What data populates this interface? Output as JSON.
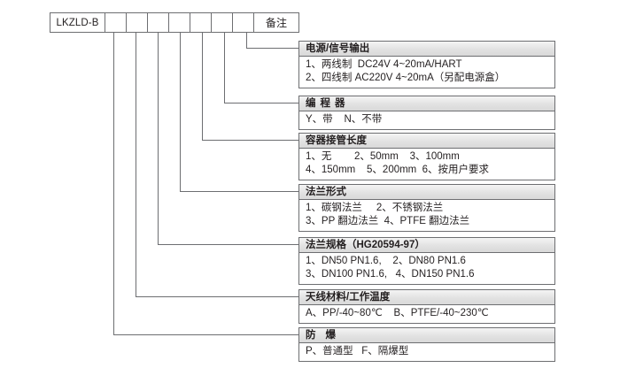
{
  "code_row": {
    "name": "model-code-row",
    "cells": [
      {
        "label": "LKZLD-B",
        "type": "model"
      },
      {
        "label": "",
        "type": "blank"
      },
      {
        "label": "",
        "type": "blank"
      },
      {
        "label": "",
        "type": "blank"
      },
      {
        "label": "",
        "type": "blank"
      },
      {
        "label": "",
        "type": "blank"
      },
      {
        "label": "",
        "type": "blank"
      },
      {
        "label": "",
        "type": "blank"
      },
      {
        "label": "备注",
        "type": "note"
      }
    ]
  },
  "blocks": [
    {
      "id": "power-signal-output",
      "title": "电源/信号输出",
      "title_style": "normal",
      "lines": [
        "1、两线制  DC24V 4~20mA/HART",
        "2、四线制 AC220V 4~20mA（另配电源盒）"
      ]
    },
    {
      "id": "programmer",
      "title": "编程器",
      "title_style": "spaced",
      "lines": [
        "Y、带    N、不带"
      ]
    },
    {
      "id": "vessel-nozzle-length",
      "title": "容器接管长度",
      "title_style": "normal",
      "lines": [
        "1、无        2、50mm    3、100mm",
        "4、150mm    5、200mm  6、按用户要求"
      ]
    },
    {
      "id": "flange-type",
      "title": "法兰形式",
      "title_style": "normal",
      "lines": [
        "1、碳钢法兰     2、不锈钢法兰",
        "3、PP 翻边法兰  4、PTFE 翻边法兰"
      ]
    },
    {
      "id": "flange-spec",
      "title": "法兰规格（HG20594-97）",
      "title_style": "normal",
      "lines": [
        "1、DN50 PN1.6,    2、DN80 PN1.6",
        "3、DN100 PN1.6,   4、DN150 PN1.6"
      ]
    },
    {
      "id": "antenna-material-temp",
      "title": "天线材料/工作温度",
      "title_style": "normal",
      "lines": [
        "A、PP/-40~80℃    B、PTFE/-40~230℃"
      ]
    },
    {
      "id": "explosion-proof",
      "title": "防爆",
      "title_style": "spaced-wide",
      "lines": [
        "P、普通型   F、隔爆型"
      ]
    }
  ],
  "colors": {
    "line": "#6d6e71",
    "text": "#231f20",
    "title_bar": "#e2e2e2",
    "background": "#ffffff"
  }
}
